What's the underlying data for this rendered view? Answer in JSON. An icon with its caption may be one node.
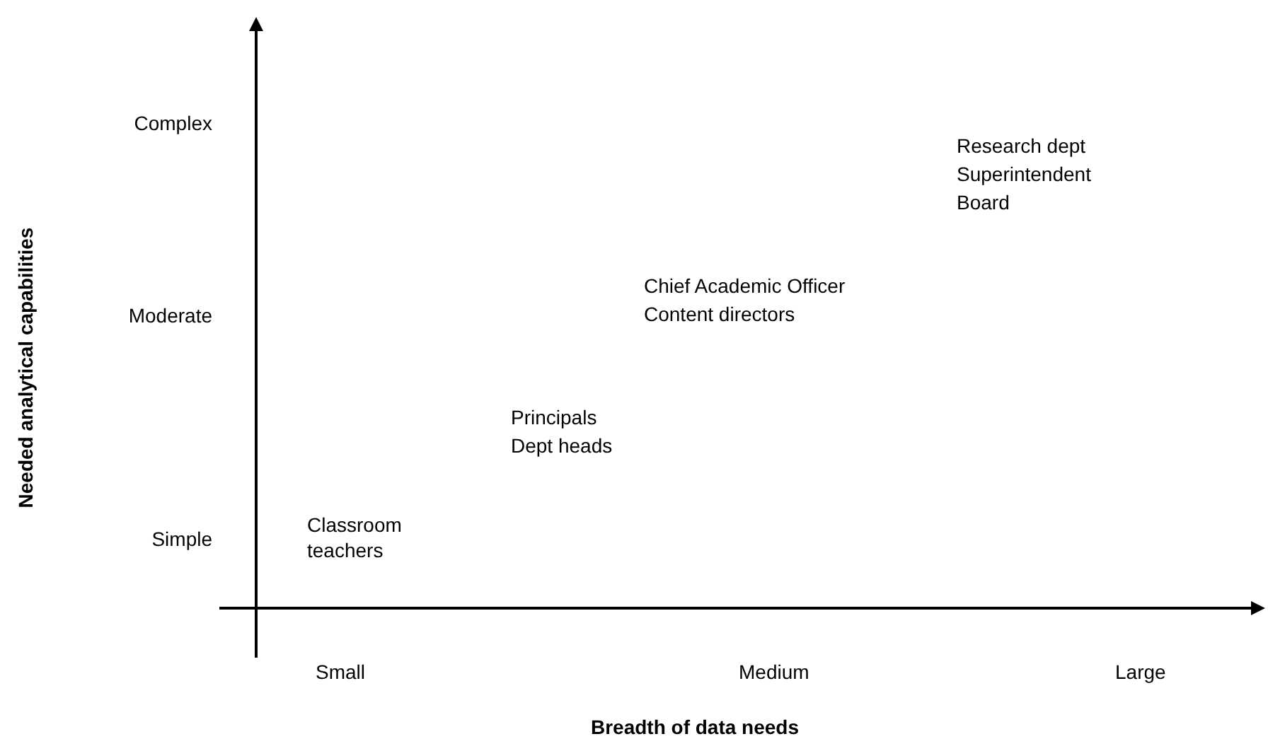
{
  "diagram": {
    "labels": [
      "Needed analytical capabilities",
      "Complex",
      "Research dept",
      "Superintendent",
      "Board",
      "Chief Academic Officer",
      "Moderate",
      "Content directors",
      "Principals",
      "Dept heads",
      "Classroom teachers",
      "Simple",
      "Small",
      "Medium",
      "Large",
      "Breadth of data needs"
    ]
  }
}
